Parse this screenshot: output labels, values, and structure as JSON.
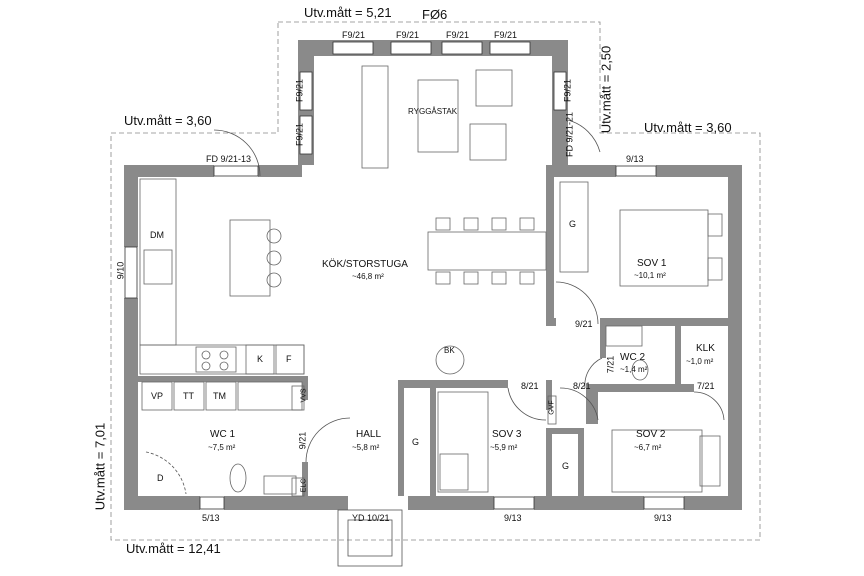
{
  "dimensions": {
    "top": "Utv.mått = 5,21",
    "left_upper": "Utv.mått = 3,60",
    "right_upper": "Utv.mått = 3,60",
    "right_vertical": "Utv.mått = 2,50",
    "left_vertical": "Utv.mått = 7,01",
    "bottom": "Utv.mått = 12,41"
  },
  "labels": {
    "module_top": "FØ6",
    "deck": "RYGGÅSTAK",
    "kitchen_room": "KÖK/STORSTUGA",
    "kitchen_area": "~46,8 m²",
    "sov1": "SOV 1",
    "sov1_area": "~10,1 m²",
    "wc2": "WC 2",
    "wc2_area": "~1,4 m²",
    "klk": "KLK",
    "klk_area": "~1,0 m²",
    "wc1": "WC 1",
    "wc1_area": "~7,5 m²",
    "hall": "HALL",
    "hall_area": "~5,8 m²",
    "sov3": "SOV 3",
    "sov3_area": "~5,9 m²",
    "sov2": "SOV 2",
    "sov2_area": "~6,7 m²",
    "dm": "DM",
    "k": "K",
    "f": "F",
    "vp": "VP",
    "tt": "TT",
    "tm": "TM",
    "bk": "BK",
    "g1": "G",
    "g2": "G",
    "g3": "G",
    "d": "D",
    "vvs": "VVS",
    "elc": "ELC",
    "gvf": "GVF"
  },
  "windows": {
    "top1": "F9/21",
    "top2": "F9/21",
    "top3": "F9/21",
    "top4": "F9/21",
    "left_a": "F9/21",
    "left_b": "F9/21",
    "right_a": "F9/21",
    "fd_right": "FD 9/21-21",
    "fd_left": "FD 9/21-13",
    "sov1_top": "9/13",
    "kitchen_left": "9/10",
    "door_sov1": "9/21",
    "door_wc2": "7/21",
    "door_sov3": "8/21",
    "door_sov2a": "8/21",
    "door_klk": "7/21",
    "door_hall": "9/21",
    "bottom_wc1": "5/13",
    "entrance": "YD 10/21",
    "bottom_sov3": "9/13",
    "bottom_sov2": "9/13"
  }
}
